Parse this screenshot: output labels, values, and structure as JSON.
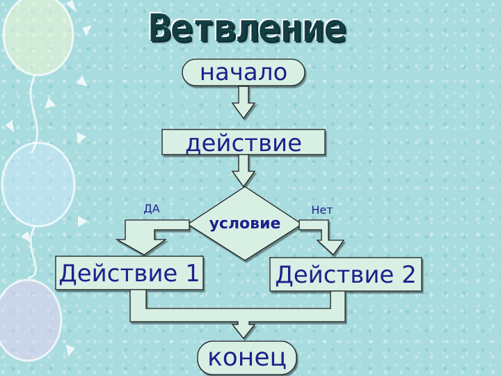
{
  "title": "Ветвление",
  "flowchart": {
    "start": "начало",
    "action": "действие",
    "condition": "условие",
    "yes_label": "ДА",
    "no_label": "Нет",
    "action_1": "Действие 1",
    "action_2": "Действие 2",
    "end": "конец"
  },
  "colors": {
    "background": "#a9dcdf",
    "shape_fill": "#d8f0e4",
    "title": "#123e44",
    "text": "#1f1f8c"
  }
}
